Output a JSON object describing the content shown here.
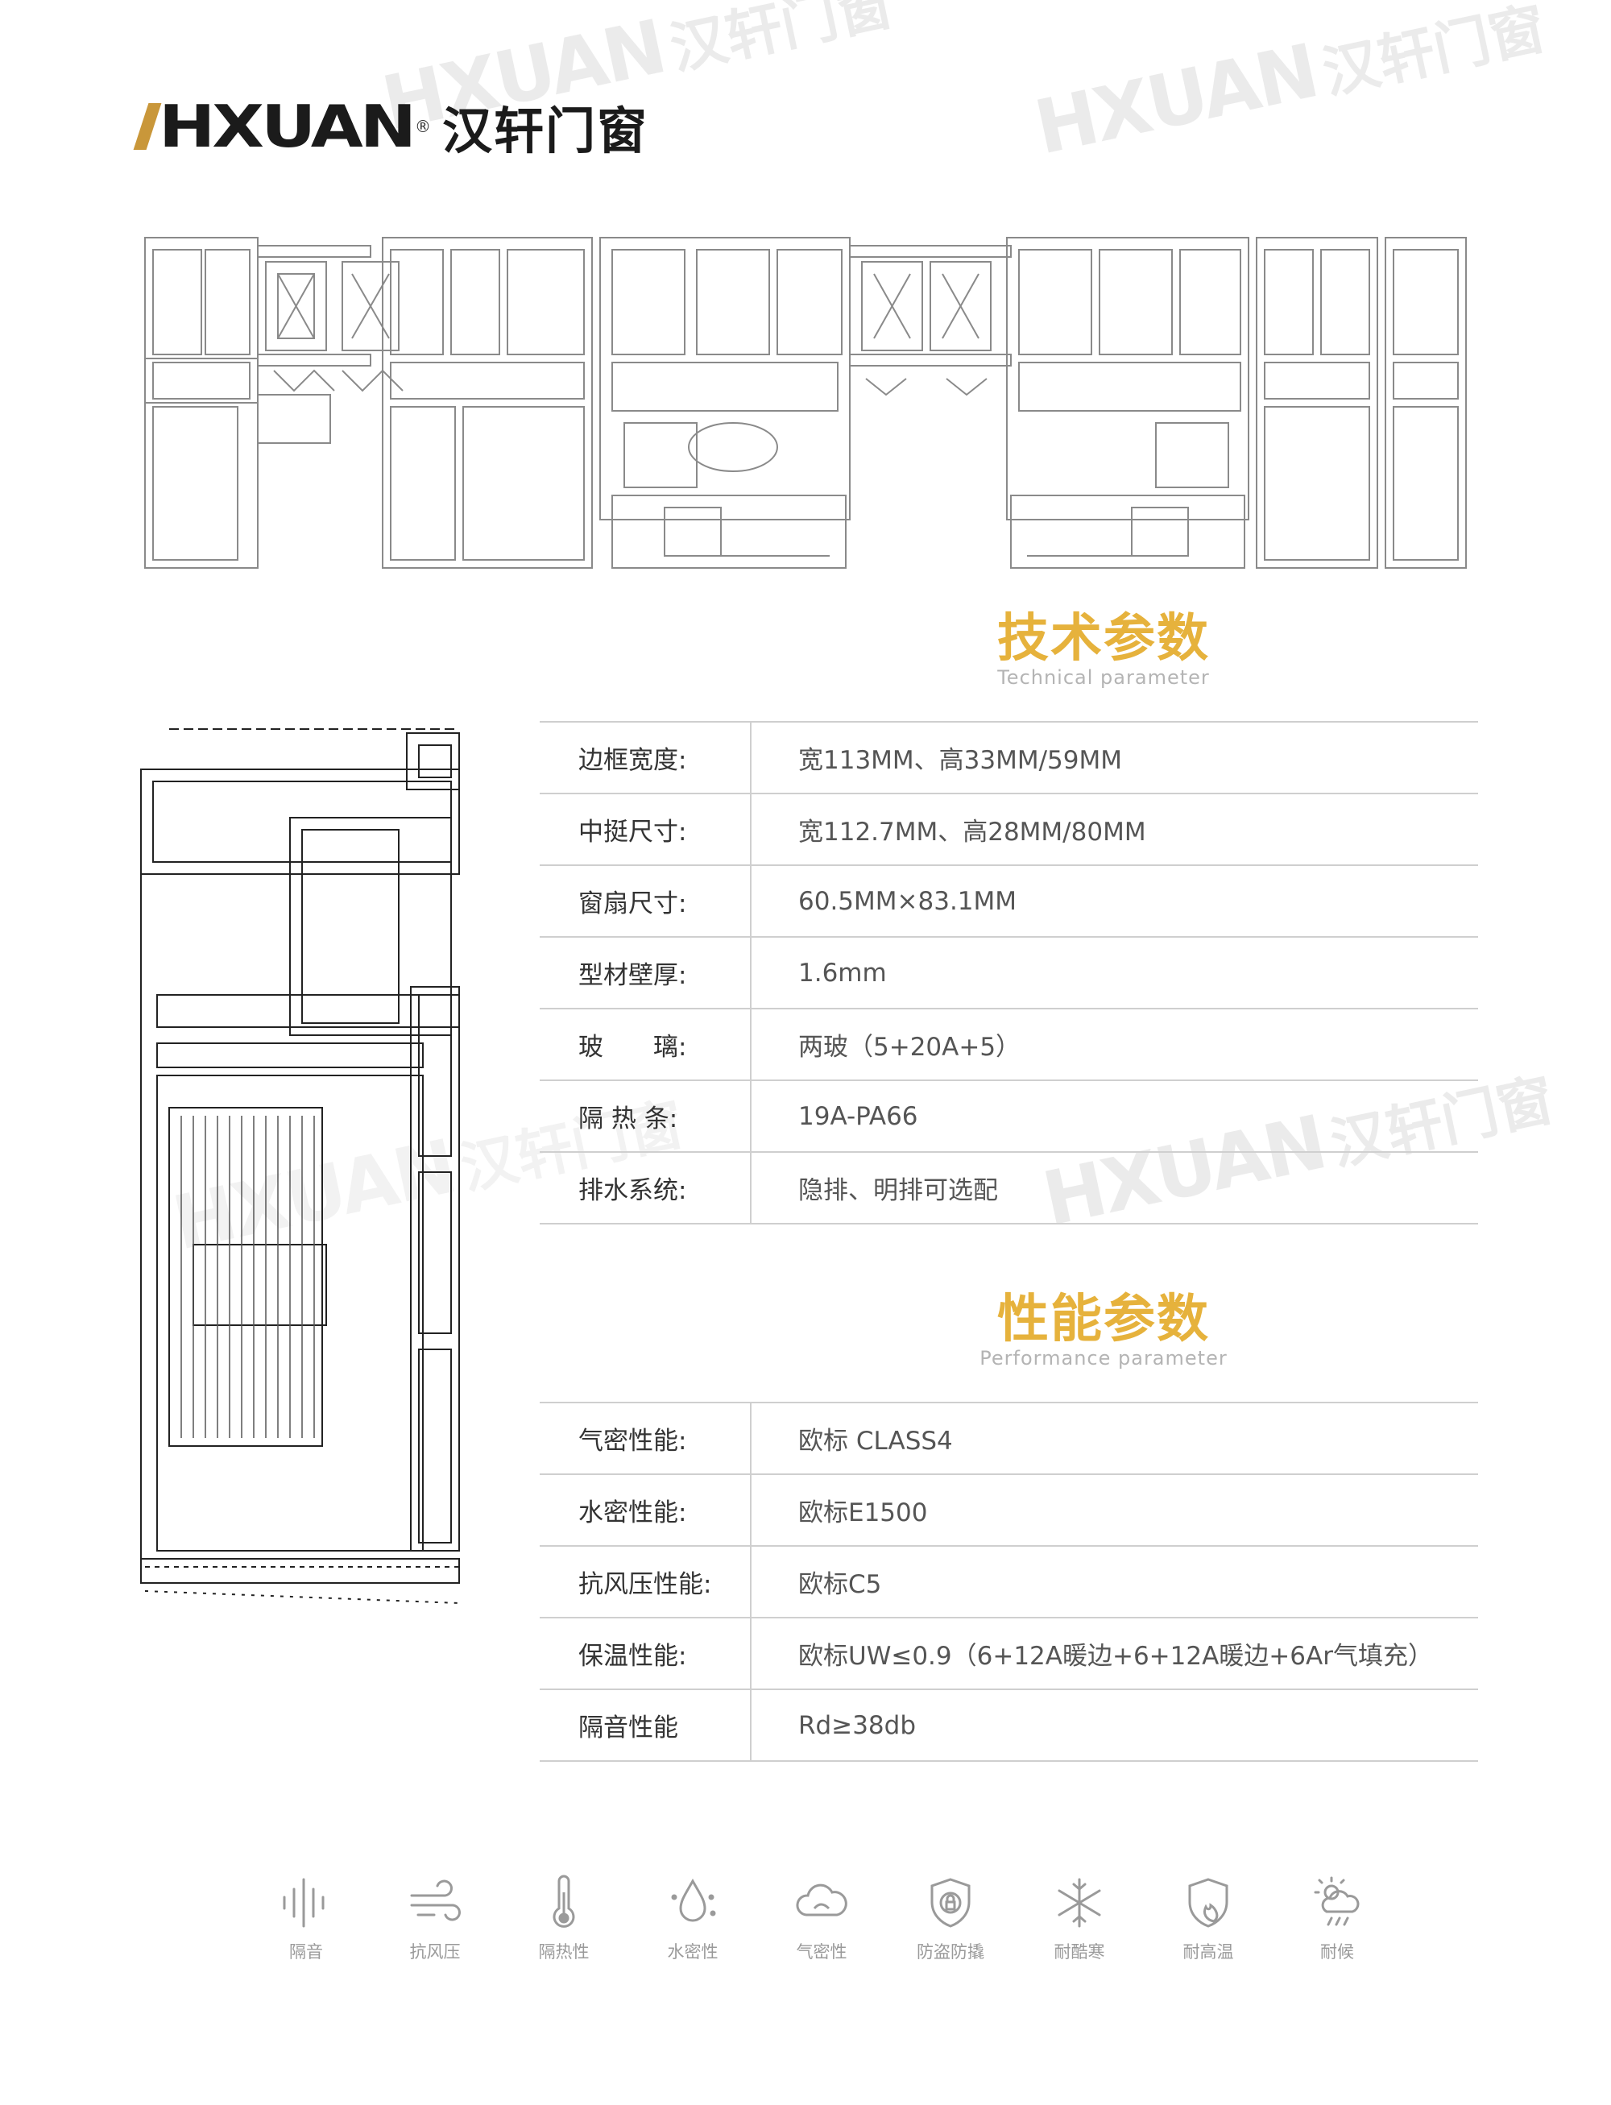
{
  "brand": {
    "latin": "HXUAN",
    "name_cn": "汉轩门窗",
    "registered": "®"
  },
  "tech_section": {
    "title": "技术参数",
    "subtitle": "Technical parameter",
    "rows": [
      {
        "label": "边框宽度:",
        "value": "宽113MM、高33MM/59MM"
      },
      {
        "label": "中挺尺寸:",
        "value": "宽112.7MM、高28MM/80MM"
      },
      {
        "label": "窗扇尺寸:",
        "value": "60.5MM×83.1MM"
      },
      {
        "label": "型材壁厚:",
        "value": "1.6mm"
      },
      {
        "label": "玻　　璃:",
        "value": "两玻（5+20A+5）"
      },
      {
        "label": "隔 热 条:",
        "value": "19A-PA66"
      },
      {
        "label": "排水系统:",
        "value": "隐排、明排可选配"
      }
    ]
  },
  "perf_section": {
    "title": "性能参数",
    "subtitle": "Performance parameter",
    "rows": [
      {
        "label": "气密性能:",
        "value": "欧标 CLASS4"
      },
      {
        "label": "水密性能:",
        "value": "欧标E1500"
      },
      {
        "label": "抗风压性能:",
        "value": "欧标C5"
      },
      {
        "label": "保温性能:",
        "value": "欧标UW≤0.9（6+12A暖边+6+12A暖边+6Ar气填充）"
      },
      {
        "label": "隔音性能",
        "value": "Rd≥38db"
      }
    ]
  },
  "features": [
    {
      "label": "隔音",
      "icon": "sound-wave-icon"
    },
    {
      "label": "抗风压",
      "icon": "wind-icon"
    },
    {
      "label": "隔热性",
      "icon": "thermometer-icon"
    },
    {
      "label": "水密性",
      "icon": "water-drop-icon"
    },
    {
      "label": "气密性",
      "icon": "cloud-icon"
    },
    {
      "label": "防盗防撬",
      "icon": "shield-lock-icon"
    },
    {
      "label": "耐酷寒",
      "icon": "snowflake-icon"
    },
    {
      "label": "耐高温",
      "icon": "shield-flame-icon"
    },
    {
      "label": "耐候",
      "icon": "sun-cloud-rain-icon"
    }
  ],
  "colors": {
    "accent": "#e6b23c",
    "brand_mark": "#c9973a",
    "line": "#cfcfcf",
    "icon": "#9a9a9a"
  }
}
